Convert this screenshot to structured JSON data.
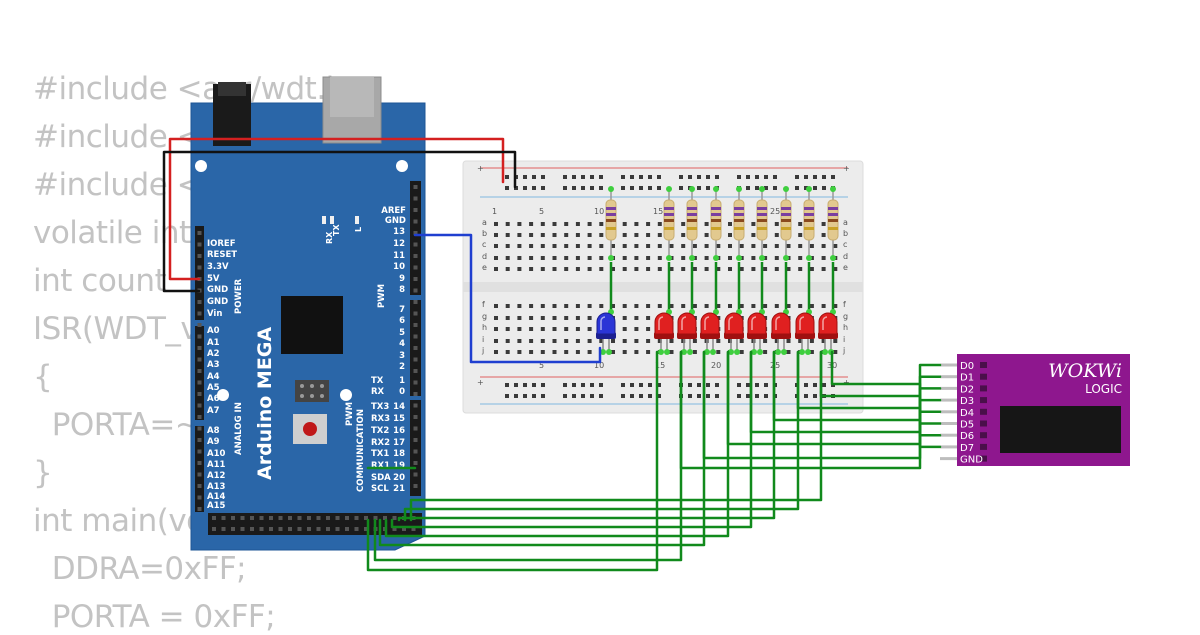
{
  "code": {
    "lines": [
      "#include <avr/wdt.h>",
      "#include <",
      "#include <",
      "volatile int",
      "int count",
      "ISR(WDT_v",
      "{",
      "  PORTA=~",
      "}",
      "int main(vo",
      "  DDRA=0xFF;",
      "  PORTA = 0xFF;"
    ]
  },
  "arduino": {
    "name": "Arduino MEGA",
    "power_section": "POWER",
    "power_pins": [
      "IOREF",
      "RESET",
      "3.3V",
      "5V",
      "GND",
      "GND",
      "Vin"
    ],
    "analog_section": "ANALOG IN",
    "analog_pins": [
      "A0",
      "A1",
      "A2",
      "A3",
      "A4",
      "A5",
      "A6",
      "A7",
      "A8",
      "A9",
      "A10",
      "A11",
      "A12",
      "A13",
      "A14",
      "A15"
    ],
    "aref_labels": [
      "AREF",
      "GND"
    ],
    "pwm_label": "PWM",
    "pwm_pins": [
      "13",
      "12",
      "11",
      "10",
      "9",
      "8",
      "7",
      "6",
      "5",
      "4",
      "3",
      "2"
    ],
    "serial_pins": [
      {
        "name": "TX",
        "num": "1"
      },
      {
        "name": "RX",
        "num": "0"
      },
      {
        "name": "TX3",
        "num": "14"
      },
      {
        "name": "RX3",
        "num": "15"
      },
      {
        "name": "TX2",
        "num": "16"
      },
      {
        "name": "RX2",
        "num": "17"
      },
      {
        "name": "TX1",
        "num": "18"
      },
      {
        "name": "RX1",
        "num": "19"
      },
      {
        "name": "SDA",
        "num": "20"
      },
      {
        "name": "SCL",
        "num": "21"
      }
    ],
    "communication_label": "COMMUNICATION",
    "pwm_small_label": "PWM",
    "led_tx": "TX",
    "led_rx": "RX",
    "led_l": "L",
    "colors": {
      "board": "#2a66a8",
      "board_edge": "#1d5596"
    }
  },
  "breadboard": {
    "column_numbers": [
      "1",
      "5",
      "10",
      "15",
      "20",
      "25",
      "30"
    ],
    "row_letters_top": [
      "a",
      "b",
      "c",
      "d",
      "e"
    ],
    "row_letters_bottom": [
      "f",
      "g",
      "h",
      "i",
      "j"
    ],
    "plus": "+",
    "minus": "-"
  },
  "leds": {
    "blue_count": 1,
    "red_count": 8,
    "colors": {
      "red": "#e02020",
      "blue": "#2a35d6"
    }
  },
  "resistors": {
    "count": 9
  },
  "logic_analyzer": {
    "brand": "WOKWi",
    "subtitle": "LOGIC",
    "pins": [
      "D0",
      "D1",
      "D2",
      "D3",
      "D4",
      "D5",
      "D6",
      "D7",
      "GND"
    ],
    "color": "#8e178e"
  },
  "wires": {
    "colors": {
      "power": "#d42020",
      "ground": "#111111",
      "signal": "#1f3fd0",
      "data": "#118a1c"
    }
  }
}
